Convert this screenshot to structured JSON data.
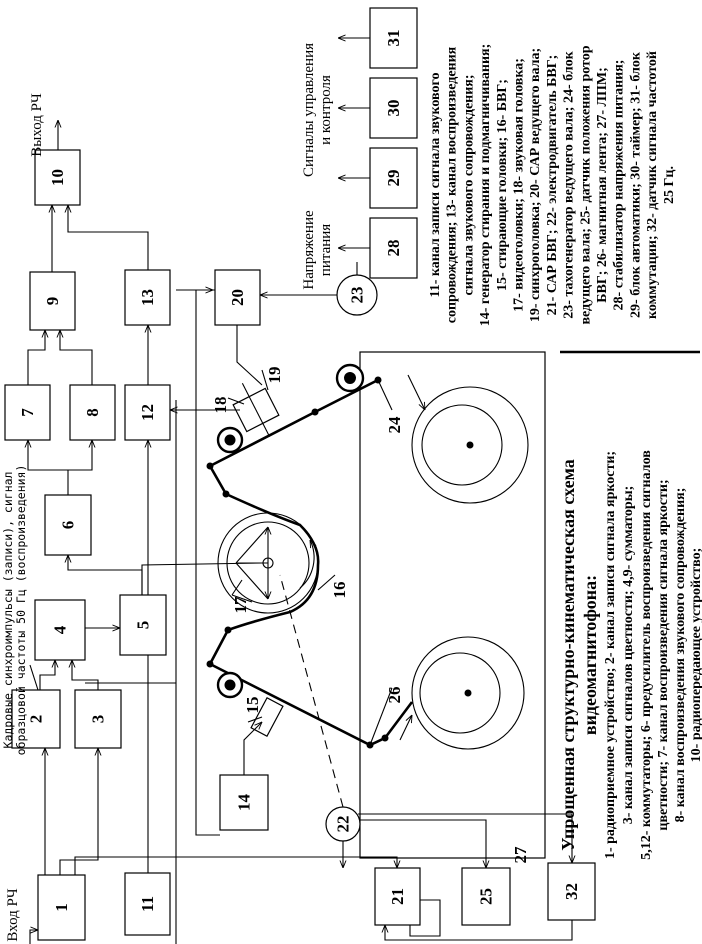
{
  "blocks": [
    "1",
    "2",
    "3",
    "4",
    "5",
    "6",
    "7",
    "8",
    "9",
    "10",
    "11",
    "12",
    "13",
    "14",
    "20",
    "21",
    "25",
    "28",
    "29",
    "30",
    "31",
    "32"
  ],
  "circles": [
    "22",
    "23"
  ],
  "part_labels": {
    "p15": "15",
    "p16": "16",
    "p17": "17",
    "p18": "18",
    "p19": "19",
    "p24": "24",
    "p26": "26",
    "p27": "27"
  },
  "io": {
    "input": "Вход РЧ",
    "output": "Выход РЧ"
  },
  "sync_label": [
    "Кадровые синхроимпульсы (записи), сигнал",
    "образцовой частоты 50 Гц (воспроизведения)"
  ],
  "power_label": [
    "Напряжение",
    "питания"
  ],
  "control_label": [
    "Сигналы управления",
    "и контроля"
  ],
  "legend": {
    "title": [
      "Упрощенная структурно-кинематическая схема",
      "видеомагнитофона:"
    ],
    "lines_a": [
      "1- радиоприемное устройство; 2- канал записи сигнала яркости;",
      "3- канал записи сигналов цветности; 4,9- сумматоры;",
      "5,12- коммутаторы; 6- предусилитель воспроизведения сигналов",
      "цветности; 7- канал воспроизведения сигнала яркости;",
      "8- канал воспроизведения звукового сопровождения;",
      "10- радиопередающее устройство;"
    ],
    "lines_b": [
      "11- канал записи сигнала звукового",
      "сопровождения; 13- канал воспроизведения",
      "сигнала звукового сопровождения;",
      "14- генератор стирания и подмагничивания;",
      "15- стирающие головки; 16- БВГ;",
      "17- видеоголовки; 18- звуковая головка;",
      "19- синхроголовка; 20- САР ведущего вала;",
      "21- САР БВГ; 22- электродвигатель БВГ;",
      "23- тахогенератор ведущего вала; 24- блок",
      "ведущего вала; 25- датчик положения ротор",
      "БВГ; 26- магнитная лента; 27- ЛПМ;",
      "28- стабилизатор напряжения питания;",
      "29- блок автоматики; 30- таймер; 31- блок",
      "коммутации; 32- датчик сигнала частотой",
      "25 Гц."
    ]
  },
  "colors": {
    "ink": "#000000",
    "background": "#ffffff"
  }
}
